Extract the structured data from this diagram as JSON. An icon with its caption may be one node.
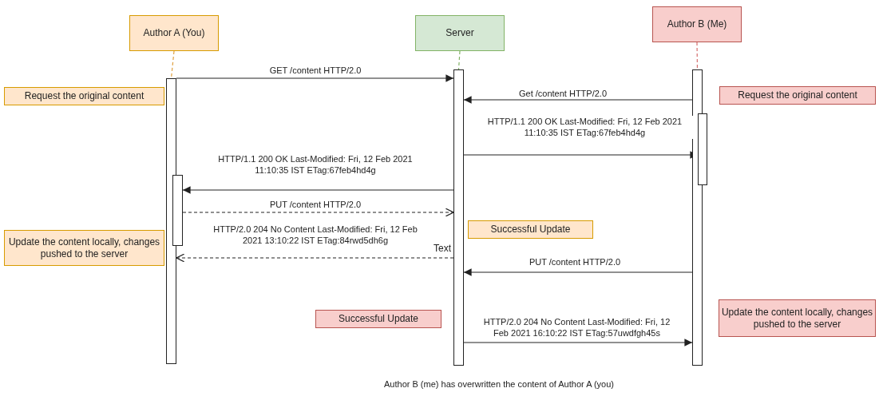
{
  "diagram": {
    "caption": "Author B (me) has overwritten the content of Author A (you)",
    "nodes": [
      {
        "text": [
          "Author A (You)"
        ]
      },
      {
        "text": [
          "Server"
        ]
      },
      {
        "text": [
          "Author B (Me)"
        ]
      },
      {
        "text": [],
        "shape": "bar"
      },
      {
        "text": [],
        "shape": "bar"
      },
      {
        "text": [],
        "shape": "bar"
      },
      {
        "text": [
          "Request the original content"
        ]
      },
      {
        "text": [
          "Request the original content"
        ]
      },
      {
        "text": [],
        "shape": "bar"
      },
      {
        "text": [],
        "shape": "bar"
      },
      {
        "text": [
          "Successful Update"
        ]
      },
      {
        "text": [
          "Update the content locally, changes pushed to the server"
        ]
      },
      {
        "text": [
          "Successful Update"
        ]
      },
      {
        "text": [
          "Update the content locally, changes pushed to the server"
        ]
      }
    ],
    "edges": [
      {
        "from": 0,
        "to": 3,
        "arrow": "none",
        "style": "dashed",
        "color": "#e0a040"
      },
      {
        "from": 1,
        "to": 4,
        "arrow": "none",
        "style": "dashed",
        "color": "#82b366"
      },
      {
        "from": 2,
        "to": 5,
        "arrow": "none",
        "style": "dashed",
        "color": "#d56d6d"
      },
      {
        "from": 3,
        "to": 4,
        "arrow": "to",
        "label": "GET /content HTTP/2.0"
      },
      {
        "from": 5,
        "to": 4,
        "arrow": "to",
        "label": "Get /content HTTP/2.0"
      },
      {
        "from": 4,
        "to": 8,
        "arrow": "to",
        "label": "HTTP/1.1 200 OK Last-Modified: Fri, 12 Feb 2021 11:10:35 IST ETag:67feb4hd4g"
      },
      {
        "from": 4,
        "to": 9,
        "arrow": "to",
        "label": "HTTP/1.1 200 OK Last-Modified: Fri, 12 Feb 2021 11:10:35 IST ETag:67feb4hd4g"
      },
      {
        "from": 9,
        "to": 4,
        "arrow": "to",
        "label": "PUT /content HTTP/2.0",
        "style": "dashed"
      },
      {
        "from": 4,
        "to": 3,
        "arrow": "to",
        "label": "HTTP/2.0 204 No Content Last-Modified: Fri, 12 Feb 2021 13:10:22 IST ETag:84rwd5dh6g",
        "style": "dashed"
      },
      {
        "from": 5,
        "to": 4,
        "arrow": "to",
        "label": "PUT /content HTTP/2.0"
      },
      {
        "from": 4,
        "to": 5,
        "arrow": "to",
        "label": "HTTP/2.0 204 No Content Last-Modified: Fri, 12 Feb 2021 16:10:22 IST ETag:57uwdfgh45s"
      }
    ],
    "labels": [
      "Text"
    ]
  }
}
